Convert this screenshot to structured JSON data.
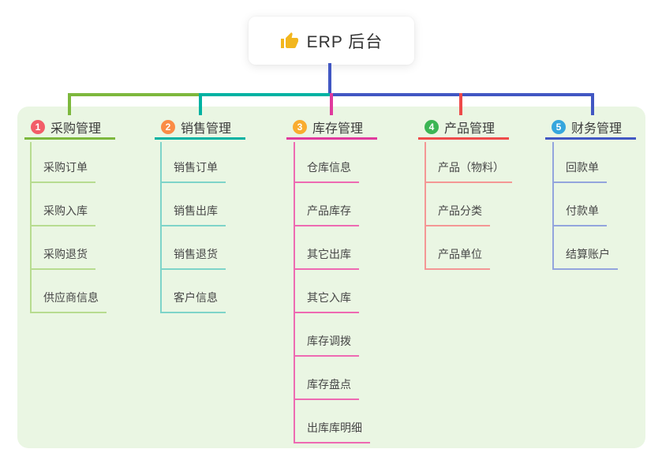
{
  "root": {
    "label": "ERP 后台",
    "icon": "thumbs-up-icon"
  },
  "colors": {
    "canvas_bg": "#ffffff",
    "panel_bg": "#eaf6e3",
    "root_connector": "#4157c3",
    "thumb_icon": "#f2b61e",
    "header_text": "#3b3b3b",
    "child_text": "#474747"
  },
  "branches": [
    {
      "badge": "1",
      "label": "采购管理",
      "badge_color": "#f25d68",
      "line_color": "#7db83d",
      "child_line_color": "#b7dc90",
      "children": [
        "采购订单",
        "采购入库",
        "采购退货",
        "供应商信息"
      ]
    },
    {
      "badge": "2",
      "label": "销售管理",
      "badge_color": "#fa8c46",
      "line_color": "#00b2a2",
      "child_line_color": "#7ed4c9",
      "children": [
        "销售订单",
        "销售出库",
        "销售退货",
        "客户信息"
      ]
    },
    {
      "badge": "3",
      "label": "库存管理",
      "badge_color": "#f9ac2f",
      "line_color": "#e03a9d",
      "child_line_color": "#ee6ab2",
      "children": [
        "仓库信息",
        "产品库存",
        "其它出库",
        "其它入库",
        "库存调拨",
        "库存盘点",
        "出库库明细"
      ]
    },
    {
      "badge": "4",
      "label": "产品管理",
      "badge_color": "#3cb554",
      "line_color": "#ee4b4a",
      "child_line_color": "#f49795",
      "children": [
        "产品（物料）",
        "产品分类",
        "产品单位"
      ]
    },
    {
      "badge": "5",
      "label": "财务管理",
      "badge_color": "#36a6dd",
      "line_color": "#4157c3",
      "child_line_color": "#93a5dd",
      "children": [
        "回款单",
        "付款单",
        "结算账户"
      ]
    }
  ]
}
